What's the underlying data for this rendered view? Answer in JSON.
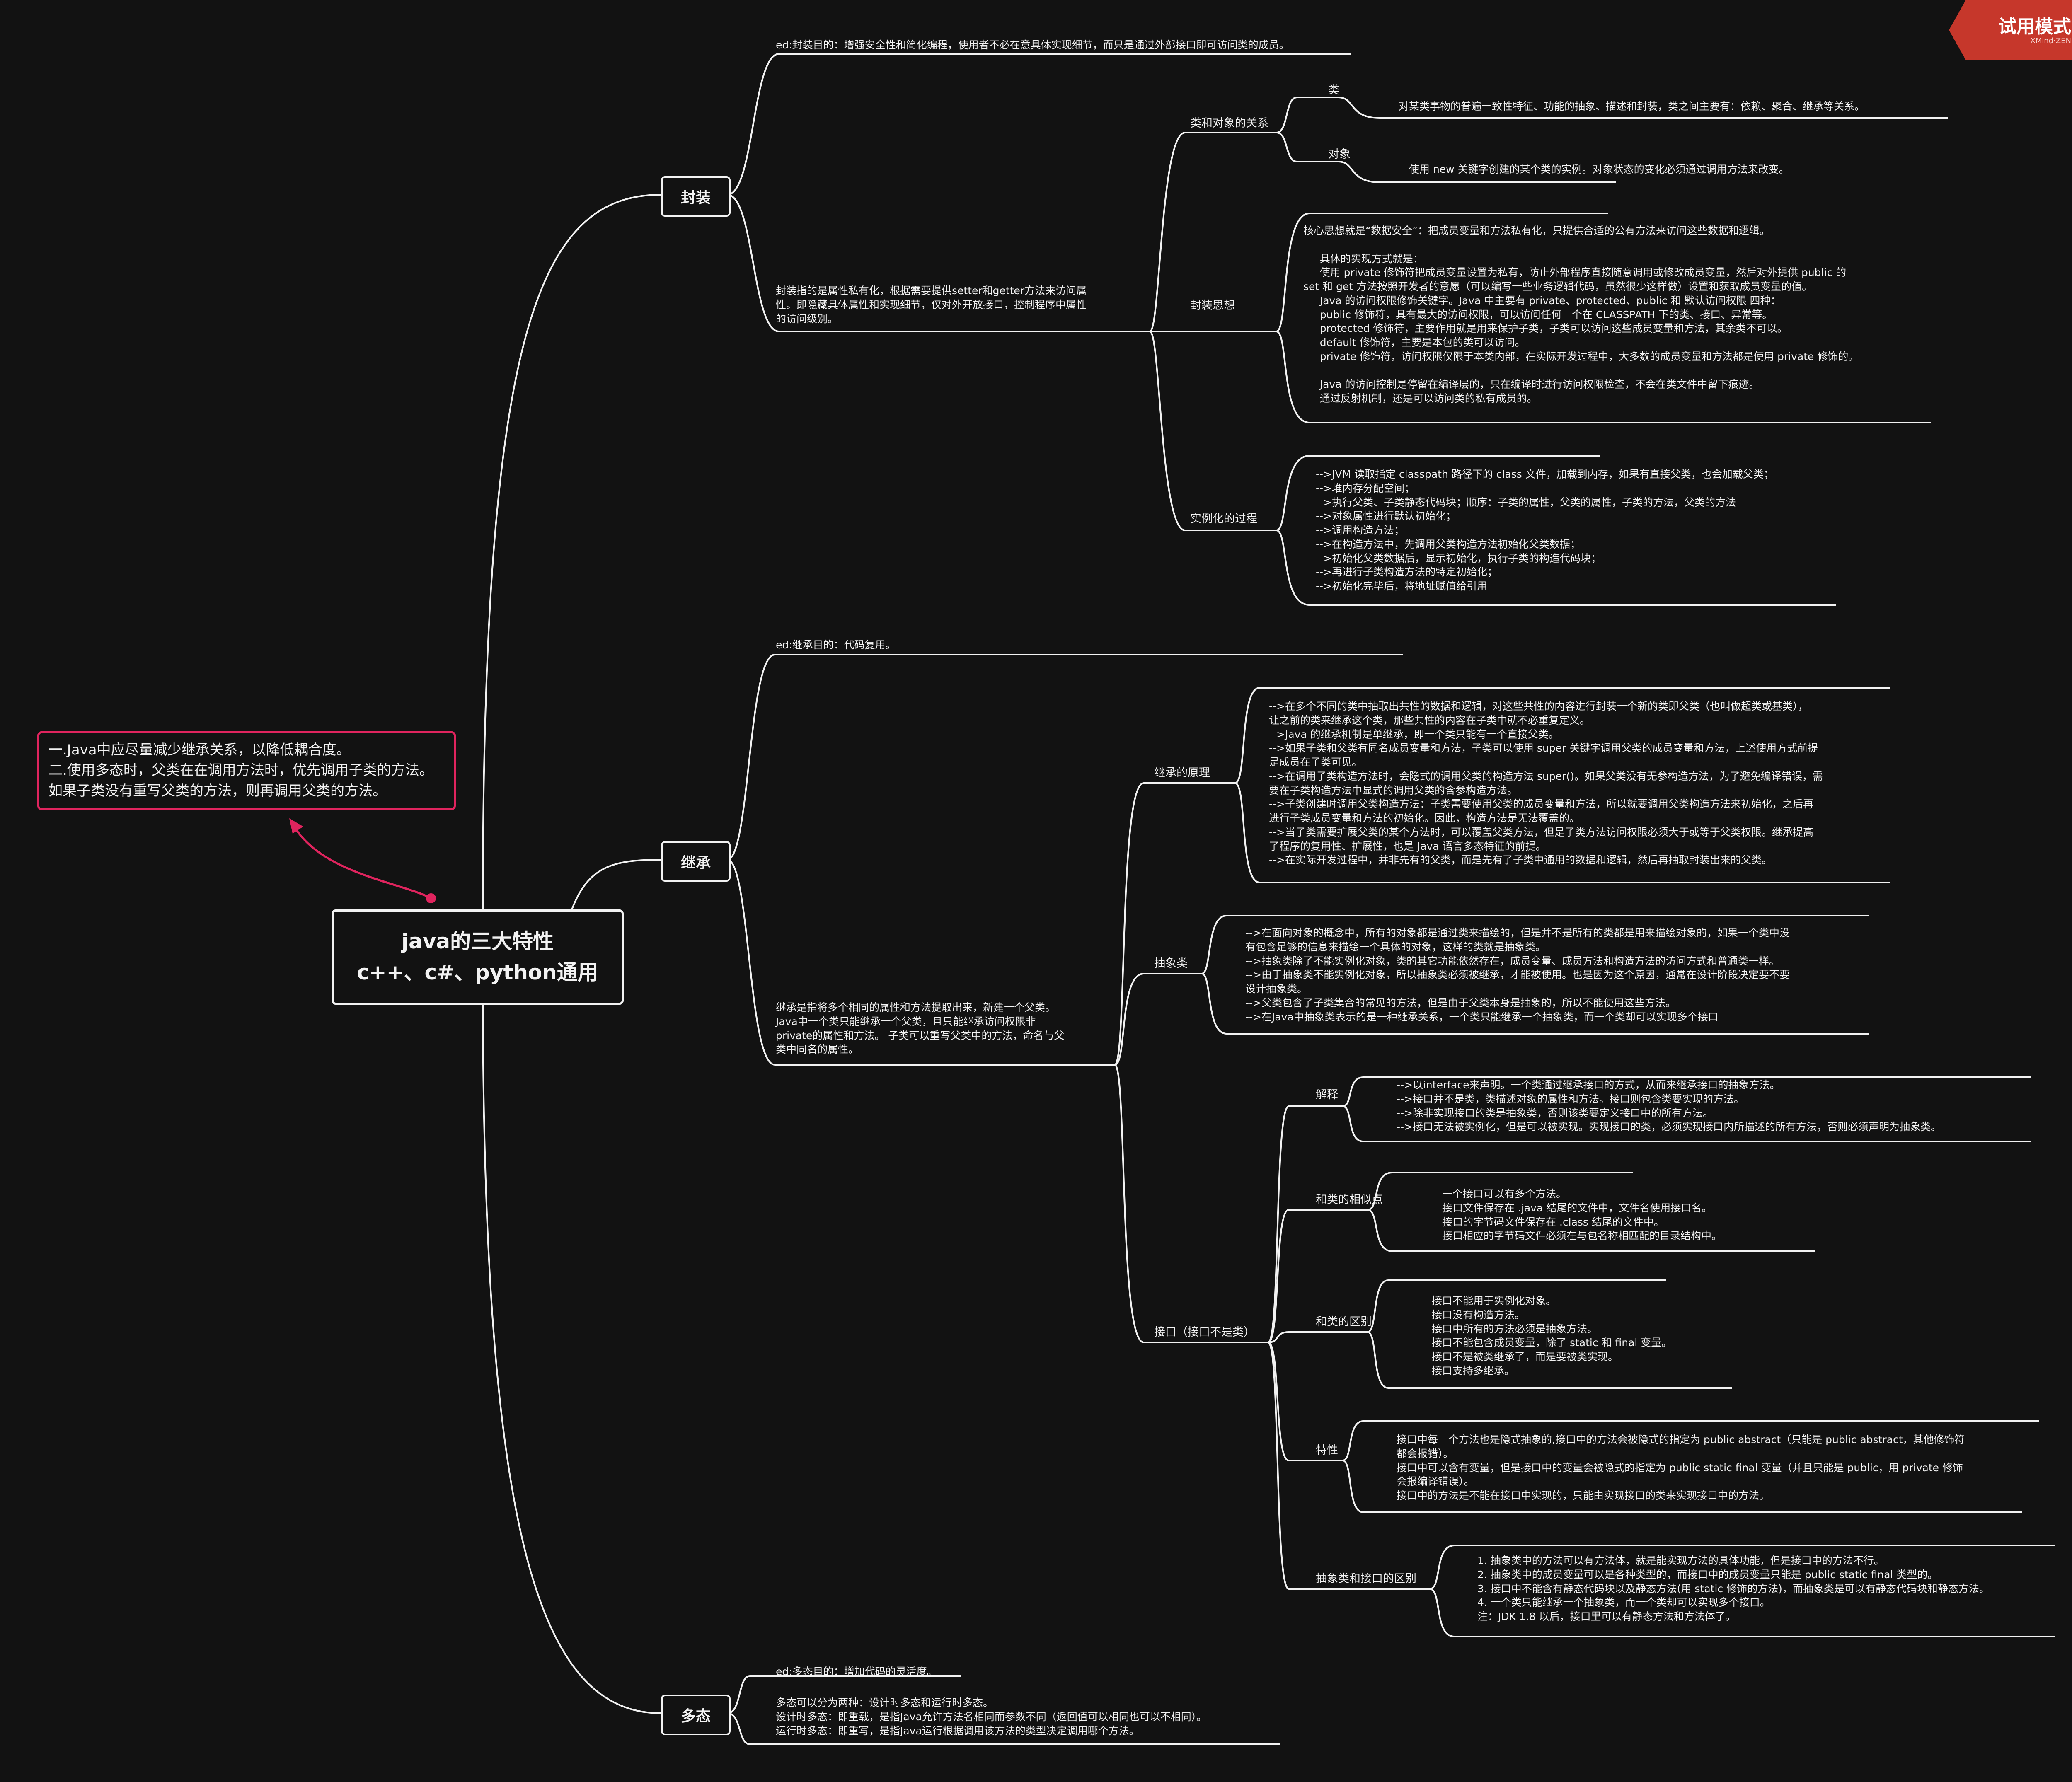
{
  "badge": {
    "label": "试用模式",
    "sub": "XMind·ZEN"
  },
  "root": {
    "line1": "java的三大特性",
    "line2": "c++、c#、python通用"
  },
  "note": {
    "text": "一.Java中应尽量减少继承关系，以降低耦合度。\n二.使用多态时，父类在在调用方法时，优先调用子类的方法。\n如果子类没有重写父类的方法，则再调用父类的方法。"
  },
  "fengzhuang": {
    "label": "封装",
    "purpose": "ed:封装目的：增强安全性和简化编程，使用者不必在意具体实现细节，而只是通过外部接口即可访问类的成员。",
    "desc": "封装指的是属性私有化，根据需要提供setter和getter方法来访问属\n性。即隐藏具体属性和实现细节，仅对外开放接口，控制程序中属性\n的访问级别。",
    "rel": {
      "label": "类和对象的关系",
      "class_label": "类",
      "class_text": "对某类事物的普遍一致性特征、功能的抽象、描述和封装，类之间主要有：依赖、聚合、继承等关系。",
      "obj_label": "对象",
      "obj_text": "使用 new 关键字创建的某个类的实例。对象状态的变化必须通过调用方法来改变。"
    },
    "idea": {
      "label": "封装思想",
      "text": "核心思想就是“数据安全”：把成员变量和方法私有化，只提供合适的公有方法来访问这些数据和逻辑。\n\n     具体的实现方式就是：\n     使用 private 修饰符把成员变量设置为私有，防止外部程序直接随意调用或修改成员变量，然后对外提供 public 的\nset 和 get 方法按照开发者的意愿（可以编写一些业务逻辑代码，虽然很少这样做）设置和获取成员变量的值。\n     Java 的访问权限修饰关键字。Java 中主要有 private、protected、public 和 默认访问权限 四种：\n     public 修饰符，具有最大的访问权限，可以访问任何一个在 CLASSPATH 下的类、接口、异常等。\n     protected 修饰符，主要作用就是用来保护子类，子类可以访问这些成员变量和方法，其余类不可以。\n     default 修饰符，主要是本包的类可以访问。\n     private 修饰符，访问权限仅限于本类内部，在实际开发过程中，大多数的成员变量和方法都是使用 private 修饰的。\n\n     Java 的访问控制是停留在编译层的，只在编译时进行访问权限检查，不会在类文件中留下痕迹。\n     通过反射机制，还是可以访问类的私有成员的。"
    },
    "inst": {
      "label": "实例化的过程",
      "text": "-->JVM 读取指定 classpath 路径下的 class 文件，加载到内存，如果有直接父类，也会加载父类；\n-->堆内存分配空间；\n-->执行父类、子类静态代码块；顺序：子类的属性，父类的属性，子类的方法，父类的方法\n-->对象属性进行默认初始化；\n-->调用构造方法；\n-->在构造方法中，先调用父类构造方法初始化父类数据；\n-->初始化父类数据后，显示初始化，执行子类的构造代码块；\n-->再进行子类构造方法的特定初始化；\n-->初始化完毕后，将地址赋值给引用"
    }
  },
  "jicheng": {
    "label": "继承",
    "purpose": "ed:继承目的：代码复用。",
    "desc": "继承是指将多个相同的属性和方法提取出来，新建一个父类。\nJava中一个类只能继承一个父类，且只能继承访问权限非\nprivate的属性和方法。 子类可以重写父类中的方法，命名与父\n类中同名的属性。",
    "principle": {
      "label": "继承的原理",
      "text": "-->在多个不同的类中抽取出共性的数据和逻辑，对这些共性的内容进行封装一个新的类即父类（也叫做超类或基类），\n让之前的类来继承这个类，那些共性的内容在子类中就不必重复定义。\n-->Java 的继承机制是单继承，即一个类只能有一个直接父类。\n-->如果子类和父类有同名成员变量和方法，子类可以使用 super 关键字调用父类的成员变量和方法，上述使用方式前提\n是成员在子类可见。\n-->在调用子类构造方法时，会隐式的调用父类的构造方法 super()。如果父类没有无参构造方法，为了避免编译错误，需\n要在子类构造方法中显式的调用父类的含参构造方法。\n-->子类创建时调用父类构造方法：子类需要使用父类的成员变量和方法，所以就要调用父类构造方法来初始化，之后再\n进行子类成员变量和方法的初始化。因此，构造方法是无法覆盖的。\n-->当子类需要扩展父类的某个方法时，可以覆盖父类方法，但是子类方法访问权限必须大于或等于父类权限。继承提高\n了程序的复用性、扩展性，也是 Java 语言多态特征的前提。\n-->在实际开发过程中，并非先有的父类，而是先有了子类中通用的数据和逻辑，然后再抽取封装出来的父类。"
    },
    "abstract": {
      "label": "抽象类",
      "text": "-->在面向对象的概念中，所有的对象都是通过类来描绘的，但是并不是所有的类都是用来描绘对象的，如果一个类中没\n有包含足够的信息来描绘一个具体的对象，这样的类就是抽象类。\n-->抽象类除了不能实例化对象，类的其它功能依然存在，成员变量、成员方法和构造方法的访问方式和普通类一样。\n-->由于抽象类不能实例化对象，所以抽象类必须被继承，才能被使用。也是因为这个原因，通常在设计阶段决定要不要\n设计抽象类。\n-->父类包含了子类集合的常见的方法，但是由于父类本身是抽象的，所以不能使用这些方法。\n-->在Java中抽象类表示的是一种继承关系，一个类只能继承一个抽象类，而一个类却可以实现多个接口"
    },
    "iface": {
      "label": "接口（接口不是类）",
      "explain_label": "解释",
      "explain_text": "-->以interface来声明。一个类通过继承接口的方式，从而来继承接口的抽象方法。\n-->接口并不是类，类描述对象的属性和方法。接口则包含类要实现的方法。\n-->除非实现接口的类是抽象类，否则该类要定义接口中的所有方法。\n-->接口无法被实例化，但是可以被实现。实现接口的类，必须实现接口内所描述的所有方法，否则必须声明为抽象类。",
      "similar_label": "和类的相似点",
      "similar_text": "一个接口可以有多个方法。\n接口文件保存在 .java 结尾的文件中，文件名使用接口名。\n接口的字节码文件保存在 .class 结尾的文件中。\n接口相应的字节码文件必须在与包名称相匹配的目录结构中。",
      "diff_label": "和类的区别",
      "diff_text": "接口不能用于实例化对象。\n接口没有构造方法。\n接口中所有的方法必须是抽象方法。\n接口不能包含成员变量，除了 static 和 final 变量。\n接口不是被类继承了，而是要被类实现。\n接口支持多继承。",
      "feature_label": "特性",
      "feature_text": "接口中每一个方法也是隐式抽象的,接口中的方法会被隐式的指定为 public abstract（只能是 public abstract，其他修饰符\n都会报错）。\n接口中可以含有变量，但是接口中的变量会被隐式的指定为 public static final 变量（并且只能是 public，用 private 修饰\n会报编译错误）。\n接口中的方法是不能在接口中实现的，只能由实现接口的类来实现接口中的方法。",
      "absdiff_label": "抽象类和接口的区别",
      "absdiff_text": "1. 抽象类中的方法可以有方法体，就是能实现方法的具体功能，但是接口中的方法不行。\n2. 抽象类中的成员变量可以是各种类型的，而接口中的成员变量只能是 public static final 类型的。\n3. 接口中不能含有静态代码块以及静态方法(用 static 修饰的方法)，而抽象类是可以有静态代码块和静态方法。\n4. 一个类只能继承一个抽象类，而一个类却可以实现多个接口。\n注：JDK 1.8 以后，接口里可以有静态方法和方法体了。"
    }
  },
  "duotai": {
    "label": "多态",
    "purpose": "ed:多态目的：增加代码的灵活度。",
    "desc": "多态可以分为两种：设计时多态和运行时多态。\n设计时多态：即重载，是指Java允许方法名相同而参数不同（返回值可以相同也可以不相同）。\n运行时多态：即重写，是指Java运行根据调用该方法的类型决定调用哪个方法。"
  }
}
